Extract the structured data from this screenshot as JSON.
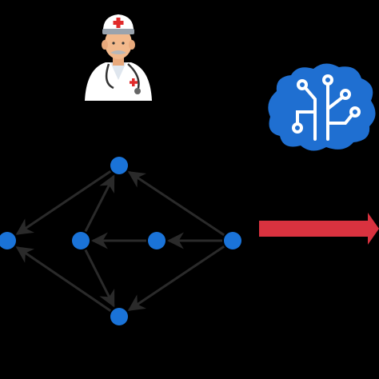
{
  "colors": {
    "background": "#000000",
    "node_fill": "#1a73d8",
    "edge_stroke": "#2a2a2a",
    "arrow_fill": "#d9323f",
    "brain_fill": "#1f6fd1",
    "brain_circuit": "#ffffff",
    "doctor_coat": "#ffffff",
    "doctor_skin": "#f2b98c",
    "doctor_cross": "#e02a2a"
  },
  "icons": {
    "doctor": "doctor-icon",
    "brain": "ai-brain-icon",
    "arrow": "right-arrow-icon"
  },
  "graph": {
    "nodes": [
      "top",
      "left",
      "center-left",
      "center",
      "right",
      "bottom"
    ],
    "edges": [
      {
        "from": "top",
        "to": "left"
      },
      {
        "from": "center-left",
        "to": "top"
      },
      {
        "from": "right",
        "to": "top"
      },
      {
        "from": "center",
        "to": "center-left"
      },
      {
        "from": "right",
        "to": "center"
      },
      {
        "from": "center-left",
        "to": "bottom"
      },
      {
        "from": "right",
        "to": "bottom"
      },
      {
        "from": "bottom",
        "to": "left"
      }
    ]
  }
}
